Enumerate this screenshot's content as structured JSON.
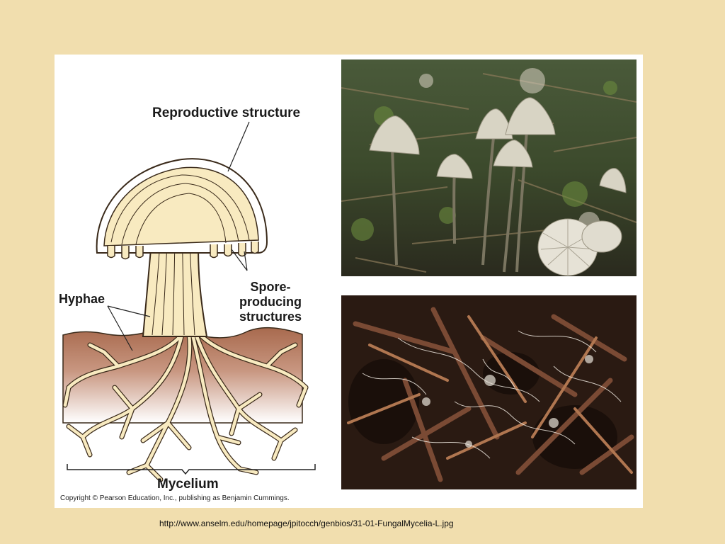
{
  "slide": {
    "background_color": "#f1deae",
    "caption": "http://www.anselm.edu/homepage/jpitocch/genbios/31-01-FungalMycelia-L.jpg"
  },
  "diagram": {
    "labels": {
      "reproductive_structure": "Reproductive structure",
      "spore_producing_line1": "Spore-",
      "spore_producing_line2": "producing",
      "spore_producing_line3": "structures",
      "hyphae": "Hyphae",
      "mycelium": "Mycelium"
    },
    "copyright": "Copyright © Pearson Education, Inc., publishing as Benjamin Cummings.",
    "colors": {
      "hyphae_fill": "#f8eac0",
      "hyphae_stroke": "#3a2a1a",
      "soil_top": "#a86a4e",
      "soil_bottom": "#ffffff"
    }
  },
  "photos": [
    {
      "subject": "mushrooms-photo"
    },
    {
      "subject": "mycelia-on-needles-photo"
    }
  ]
}
